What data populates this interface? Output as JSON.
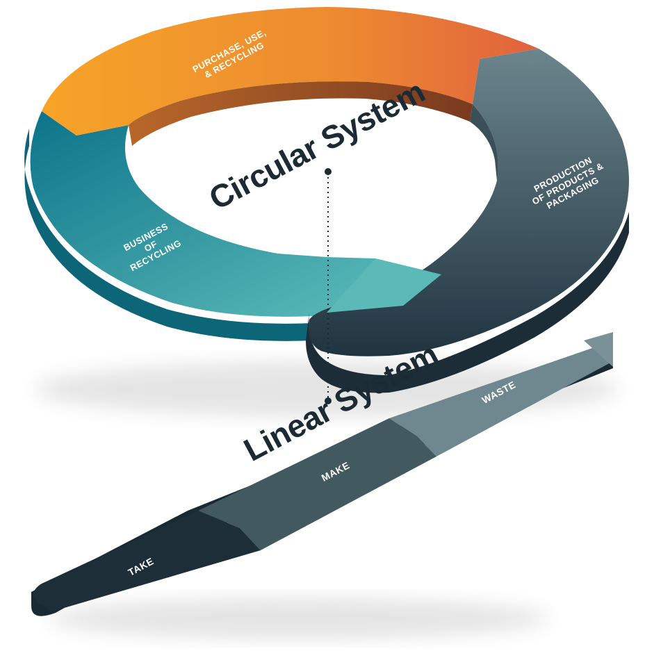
{
  "circular": {
    "title": "Circular System",
    "segments": [
      {
        "lines": [
          "PURCHASE, USE,",
          "& RECYCLING"
        ],
        "color": "#f0892f"
      },
      {
        "lines": [
          "PRODUCTION",
          "OF PRODUCTS &",
          "PACKAGING"
        ],
        "color": "#4a6470"
      },
      {
        "lines": [
          "BUSINESS",
          "OF",
          "RECYCLING"
        ],
        "color": "#2f93a0"
      }
    ]
  },
  "linear": {
    "title": "Linear System",
    "stages": [
      {
        "label": "TAKE",
        "color": "#1d2e38"
      },
      {
        "label": "MAKE",
        "color": "#3d5561"
      },
      {
        "label": "WASTE",
        "color": "#647f89"
      }
    ]
  },
  "colors": {
    "text_dark": "#1b2a33",
    "orange_light": "#f6a02a",
    "orange_dark": "#e3643b",
    "teal_dark": "#0f7a8e",
    "teal_light": "#5fbdbb",
    "slate_light": "#667f88",
    "slate_dark": "#1e2f39"
  }
}
